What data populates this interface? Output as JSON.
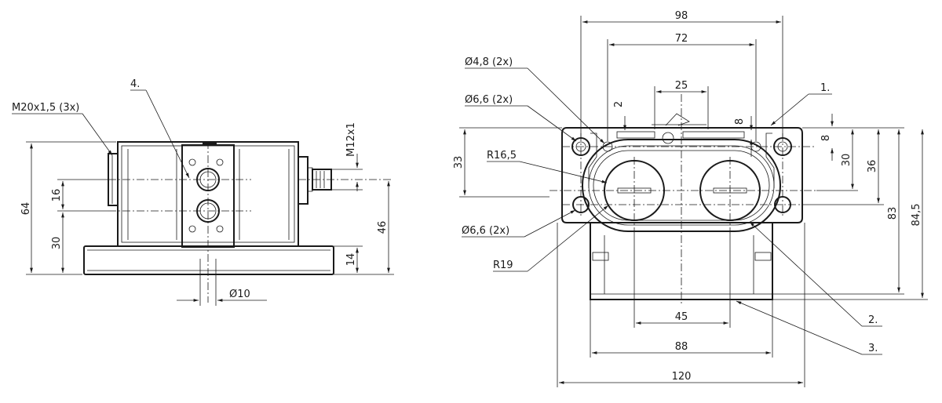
{
  "left_view": {
    "callouts": {
      "thread": "M20x1,5  (3x)",
      "item4": "4.",
      "connector_thread": "M12x1"
    },
    "dims": {
      "height_64": "64",
      "d16": "16",
      "d30": "30",
      "d46": "46",
      "d14": "14",
      "dia10": "Ø10"
    }
  },
  "right_view": {
    "callouts": {
      "hole_48": "Ø4,8  (2x)",
      "hole_66_top": "Ø6,6  (2x)",
      "r165": "R16,5",
      "hole_66_bottom": "Ø6,6  (2x)",
      "r19": "R19",
      "item1": "1.",
      "item2": "2.",
      "item3": "3."
    },
    "dims": {
      "w98": "98",
      "w72": "72",
      "w25": "25",
      "d2": "2",
      "d8_top": "8",
      "d8_right": "8",
      "h33": "33",
      "h30": "30",
      "h36": "36",
      "h83": "83",
      "h845": "84,5",
      "w45": "45",
      "w88": "88",
      "w120": "120"
    }
  }
}
